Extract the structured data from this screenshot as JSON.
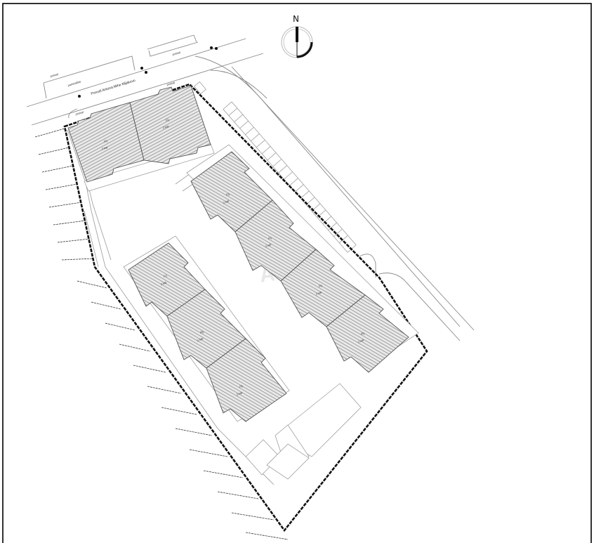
{
  "drawing": {
    "type": "site plan",
    "north_label": "N",
    "watermark": "ANARH",
    "street_label": "Ponudi Antuna Mihe Mijakovo",
    "road_labels": [
      "pristup",
      "parkiralište",
      "pristup",
      "pristup",
      "pristup"
    ],
    "buildings": [
      {
        "id": "A1",
        "label": "(1)",
        "floors": "2 kat"
      },
      {
        "id": "A2",
        "label": "(2)",
        "floors": "2 kat"
      },
      {
        "id": "B1",
        "label": "(3)",
        "floors": "2 kat"
      },
      {
        "id": "B2",
        "label": "(4)",
        "floors": "2 kat"
      },
      {
        "id": "B3",
        "label": "(5)",
        "floors": "2 kat"
      },
      {
        "id": "B4",
        "label": "(6)",
        "floors": "2 kat"
      },
      {
        "id": "C1",
        "label": "(7)",
        "floors": "2 kat"
      },
      {
        "id": "C2",
        "label": "(8)",
        "floors": "2 kat"
      },
      {
        "id": "C3",
        "label": "(9)",
        "floors": "2 kat"
      }
    ],
    "parking_spaces_count": 22
  },
  "colors": {
    "boundary": "#111111",
    "hatch": "#8c8c8c",
    "lines": "#9a9a9a",
    "background": "#ffffff"
  }
}
